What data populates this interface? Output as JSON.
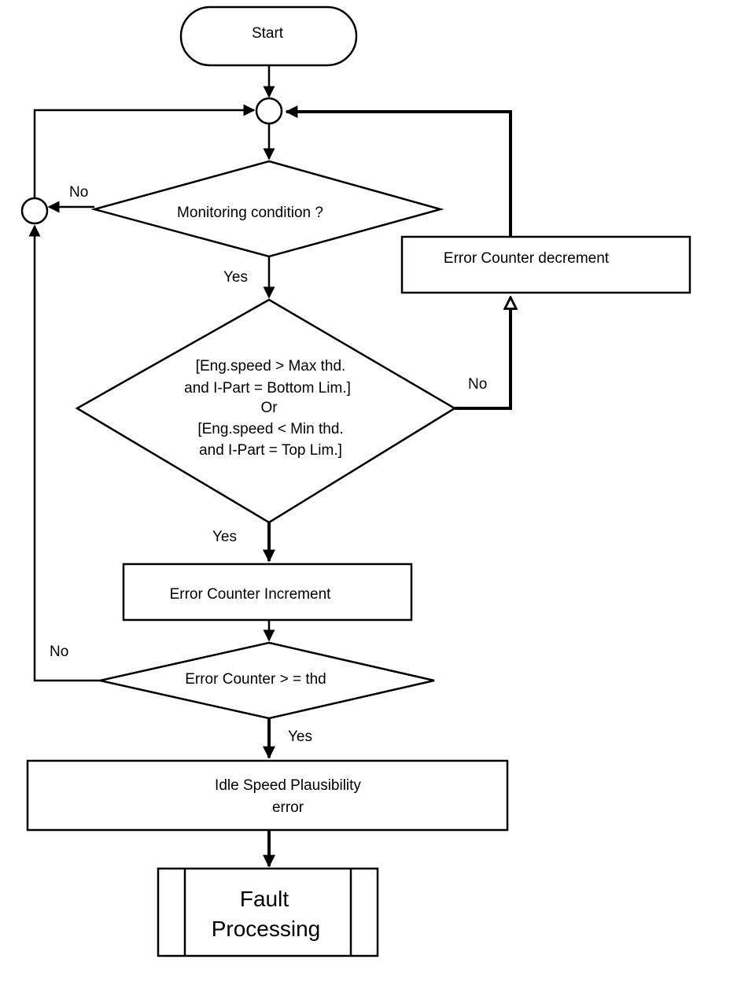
{
  "nodes": {
    "start": "Start",
    "monitoring": "Monitoring condition ?",
    "condition": {
      "line1": "[Eng.speed > Max thd.",
      "line2": "and I-Part = Bottom Lim.]",
      "line3": "Or",
      "line4": "[Eng.speed < Min thd.",
      "line5": "and I-Part = Top Lim.]"
    },
    "decrement": "Error Counter decrement",
    "increment": "Error Counter Increment",
    "threshold_check": "Error Counter > = thd",
    "plausibility_error": {
      "line1": "Idle Speed Plausibility",
      "line2": "error"
    },
    "fault_processing": {
      "line1": "Fault",
      "line2": "Processing"
    }
  },
  "edge_labels": {
    "monitoring_no": "No",
    "monitoring_yes": "Yes",
    "condition_no": "No",
    "condition_yes": "Yes",
    "threshold_no": "No",
    "threshold_yes": "Yes"
  }
}
